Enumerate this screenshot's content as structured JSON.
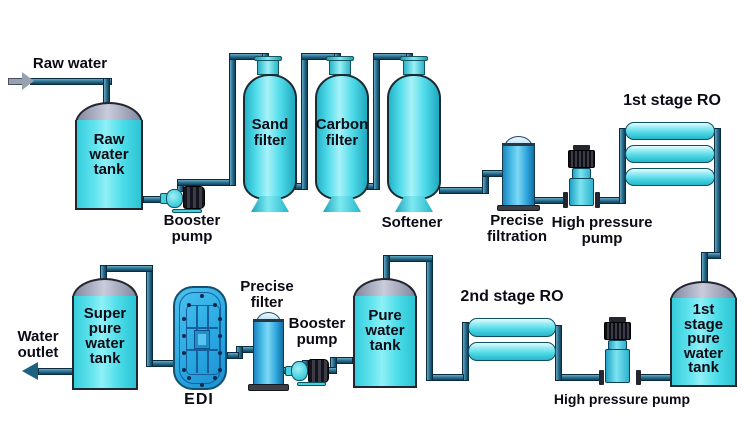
{
  "colors": {
    "tank_cyan": "#4adce8",
    "dome_gray": "#c9ccdb",
    "pipe_teal": "#2e7697",
    "pipe_outline": "#0a2c40",
    "filter_blue": "#2aa4dc",
    "edi_blue": "#29a9e2",
    "edi_line_blue": "#155f9d",
    "motor_black": "#1b1b22",
    "label_black": "#0b0b16"
  },
  "labels": {
    "raw_water_inlet": "Raw water",
    "raw_water_tank": [
      "Raw",
      "water",
      "tank"
    ],
    "booster_pump_1": [
      "Booster",
      "pump"
    ],
    "sand_filter": [
      "Sand",
      "filter"
    ],
    "carbon_filter": [
      "Carbon",
      "filter"
    ],
    "softener": "Softener",
    "precise_filtration": [
      "Precise",
      "filtration"
    ],
    "high_pressure_pump_1": [
      "High pressure",
      "pump"
    ],
    "ro_stage_1": "1st stage RO",
    "first_stage_pure_water_tank": [
      "1st",
      "stage",
      "pure",
      "water",
      "tank"
    ],
    "high_pressure_pump_2": "High pressure pump",
    "ro_stage_2": "2nd stage RO",
    "pure_water_tank": [
      "Pure",
      "water",
      "tank"
    ],
    "booster_pump_2": [
      "Booster",
      "pump"
    ],
    "precise_filter": [
      "Precise",
      "filter"
    ],
    "edi_unit": "EDI",
    "super_pure_water_tank": [
      "Super",
      "pure",
      "water",
      "tank"
    ],
    "water_outlet": [
      "Water",
      "outlet"
    ]
  },
  "icons": {
    "inlet_arrow": "arrow-right",
    "outlet_arrow": "arrow-left"
  }
}
